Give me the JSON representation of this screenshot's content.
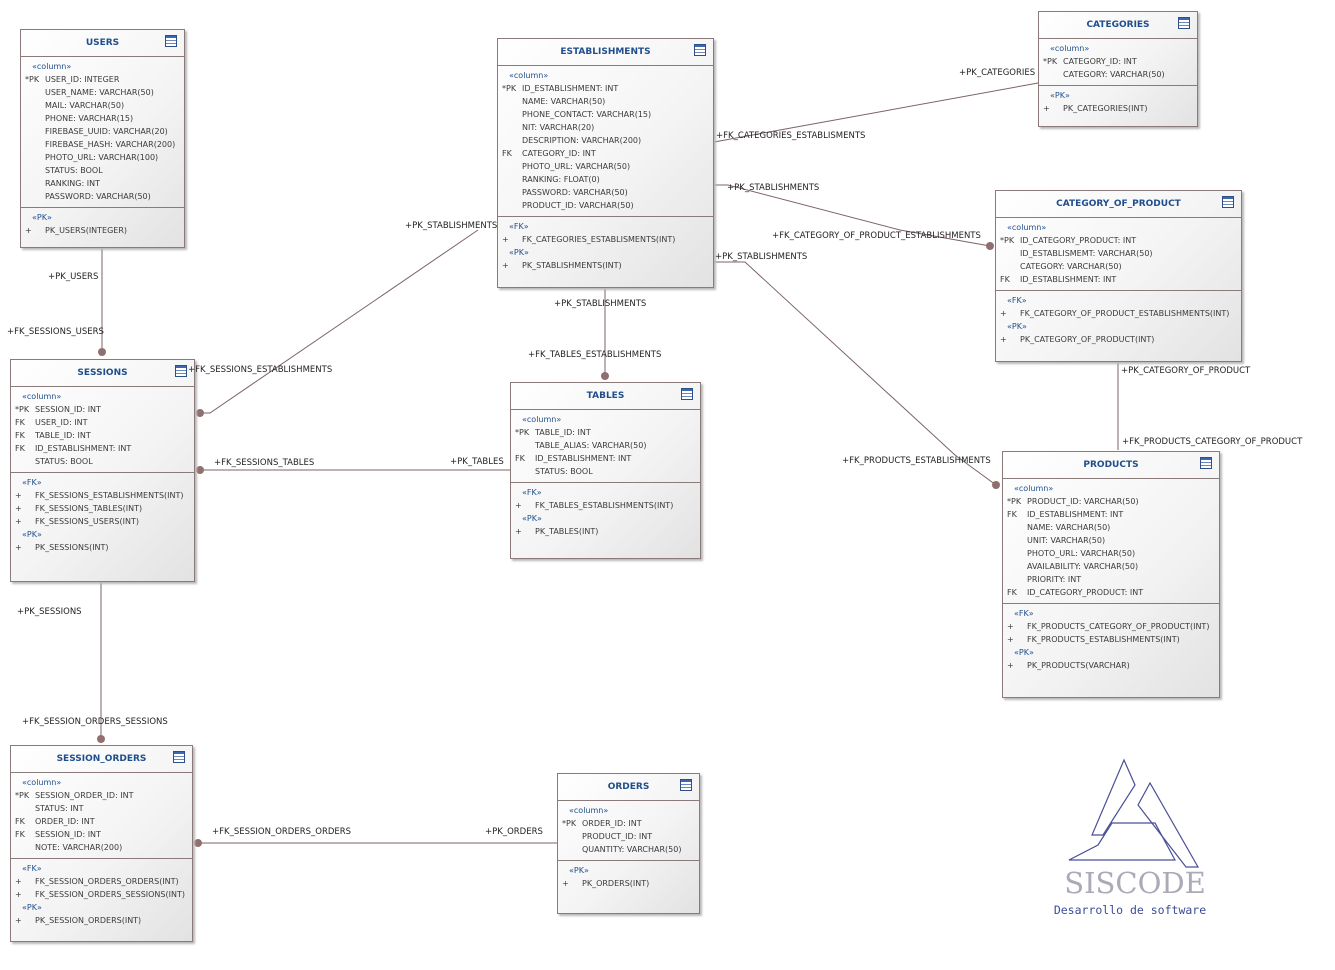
{
  "entities": {
    "users": {
      "title": "USERS",
      "columns": [
        {
          "key": "*PK",
          "text": "USER_ID: INTEGER"
        },
        {
          "key": "",
          "text": "USER_NAME: VARCHAR(50)"
        },
        {
          "key": "",
          "text": "MAIL: VARCHAR(50)"
        },
        {
          "key": "",
          "text": "PHONE: VARCHAR(15)"
        },
        {
          "key": "",
          "text": "FIREBASE_UUID: VARCHAR(20)"
        },
        {
          "key": "",
          "text": "FIREBASE_HASH: VARCHAR(200)"
        },
        {
          "key": "",
          "text": "PHOTO_URL: VARCHAR(100)"
        },
        {
          "key": "",
          "text": "STATUS: BOOL"
        },
        {
          "key": "",
          "text": "RANKING: INT"
        },
        {
          "key": "",
          "text": "PASSWORD: VARCHAR(50)"
        }
      ],
      "fks": [],
      "pks": [
        "PK_USERS(INTEGER)"
      ]
    },
    "establishments": {
      "title": "ESTABLISHMENTS",
      "columns": [
        {
          "key": "*PK",
          "text": "ID_ESTABLISHMENT: INT"
        },
        {
          "key": "",
          "text": "NAME: VARCHAR(50)"
        },
        {
          "key": "",
          "text": "PHONE_CONTACT: VARCHAR(15)"
        },
        {
          "key": "",
          "text": "NIT: VARCHAR(20)"
        },
        {
          "key": "",
          "text": "DESCRIPTION: VARCHAR(200)"
        },
        {
          "key": "FK",
          "text": "CATEGORY_ID: INT"
        },
        {
          "key": "",
          "text": "PHOTO_URL: VARCHAR(50)"
        },
        {
          "key": "",
          "text": "RANKING: FLOAT(0)"
        },
        {
          "key": "",
          "text": "PASSWORD: VARCHAR(50)"
        },
        {
          "key": "",
          "text": "PRODUCT_ID: VARCHAR(50)"
        }
      ],
      "fks": [
        "FK_CATEGORIES_ESTABLISMENTS(INT)"
      ],
      "pks": [
        "PK_STABLISHMENTS(INT)"
      ]
    },
    "categories": {
      "title": "CATEGORIES",
      "columns": [
        {
          "key": "*PK",
          "text": "CATEGORY_ID: INT"
        },
        {
          "key": "",
          "text": "CATEGORY: VARCHAR(50)"
        }
      ],
      "fks": [],
      "pks": [
        "PK_CATEGORIES(INT)"
      ]
    },
    "category_of_product": {
      "title": "CATEGORY_OF_PRODUCT",
      "columns": [
        {
          "key": "*PK",
          "text": "ID_CATEGORY_PRODUCT: INT"
        },
        {
          "key": "",
          "text": "ID_ESTABLISMEMT: VARCHAR(50)"
        },
        {
          "key": "",
          "text": "CATEGORY: VARCHAR(50)"
        },
        {
          "key": "FK",
          "text": "ID_ESTABLISHMENT: INT"
        }
      ],
      "fks": [
        "FK_CATEGORY_OF_PRODUCT_ESTABLISHMENTS(INT)"
      ],
      "pks": [
        "PK_CATEGORY_OF_PRODUCT(INT)"
      ]
    },
    "sessions": {
      "title": "SESSIONS",
      "columns": [
        {
          "key": "*PK",
          "text": "SESSION_ID: INT"
        },
        {
          "key": "FK",
          "text": "USER_ID: INT"
        },
        {
          "key": "FK",
          "text": "TABLE_ID: INT"
        },
        {
          "key": "FK",
          "text": "ID_ESTABLISHMENT: INT"
        },
        {
          "key": "",
          "text": "STATUS: BOOL"
        }
      ],
      "fks": [
        "FK_SESSIONS_ESTABLISHMENTS(INT)",
        "FK_SESSIONS_TABLES(INT)",
        "FK_SESSIONS_USERS(INT)"
      ],
      "pks": [
        "PK_SESSIONS(INT)"
      ]
    },
    "tables": {
      "title": "TABLES",
      "columns": [
        {
          "key": "*PK",
          "text": "TABLE_ID: INT"
        },
        {
          "key": "",
          "text": "TABLE_ALIAS: VARCHAR(50)"
        },
        {
          "key": "FK",
          "text": "ID_ESTABLISHMENT: INT"
        },
        {
          "key": "",
          "text": "STATUS: BOOL"
        }
      ],
      "fks": [
        "FK_TABLES_ESTABLISHMENTS(INT)"
      ],
      "pks": [
        "PK_TABLES(INT)"
      ]
    },
    "products": {
      "title": "PRODUCTS",
      "columns": [
        {
          "key": "*PK",
          "text": "PRODUCT_ID: VARCHAR(50)"
        },
        {
          "key": "FK",
          "text": "ID_ESTABLISHMENT: INT"
        },
        {
          "key": "",
          "text": "NAME: VARCHAR(50)"
        },
        {
          "key": "",
          "text": "UNIT: VARCHAR(50)"
        },
        {
          "key": "",
          "text": "PHOTO_URL: VARCHAR(50)"
        },
        {
          "key": "",
          "text": "AVAILABILITY: VARCHAR(50)"
        },
        {
          "key": "",
          "text": "PRIORITY: INT"
        },
        {
          "key": "FK",
          "text": "ID_CATEGORY_PRODUCT: INT"
        }
      ],
      "fks": [
        "FK_PRODUCTS_CATEGORY_OF_PRODUCT(INT)",
        "FK_PRODUCTS_ESTABLISHMENTS(INT)"
      ],
      "pks": [
        "PK_PRODUCTS(VARCHAR)"
      ]
    },
    "session_orders": {
      "title": "SESSION_ORDERS",
      "columns": [
        {
          "key": "*PK",
          "text": "SESSION_ORDER_ID: INT"
        },
        {
          "key": "",
          "text": "STATUS: INT"
        },
        {
          "key": "FK",
          "text": "ORDER_ID: INT"
        },
        {
          "key": "FK",
          "text": "SESSION_ID: INT"
        },
        {
          "key": "",
          "text": "NOTE: VARCHAR(200)"
        }
      ],
      "fks": [
        "FK_SESSION_ORDERS_ORDERS(INT)",
        "FK_SESSION_ORDERS_SESSIONS(INT)"
      ],
      "pks": [
        "PK_SESSION_ORDERS(INT)"
      ]
    },
    "orders": {
      "title": "ORDERS",
      "columns": [
        {
          "key": "*PK",
          "text": "ORDER_ID: INT"
        },
        {
          "key": "",
          "text": "PRODUCT_ID: INT"
        },
        {
          "key": "",
          "text": "QUANTITY: VARCHAR(50)"
        }
      ],
      "fks": [],
      "pks": [
        "PK_ORDERS(INT)"
      ]
    }
  },
  "stereotypes": {
    "column": "«column»",
    "fk": "«FK»",
    "pk": "«PK»",
    "plus": "+"
  },
  "edge_labels": [
    "+PK_USERS",
    "+FK_SESSIONS_USERS",
    "+PK_STABLISHMENTS",
    "+FK_SESSIONS_ESTABLISHMENTS",
    "+PK_STABLISHMENTS",
    "+FK_TABLES_ESTABLISHMENTS",
    "+FK_SESSIONS_TABLES",
    "+PK_TABLES",
    "+PK_SESSIONS",
    "+FK_SESSION_ORDERS_SESSIONS",
    "+FK_SESSION_ORDERS_ORDERS",
    "+PK_ORDERS",
    "+PK_CATEGORIES",
    "+FK_CATEGORIES_ESTABLISMENTS",
    "+PK_STABLISHMENTS",
    "+FK_CATEGORY_OF_PRODUCT_ESTABLISHMENTS",
    "+PK_STABLISHMENTS",
    "+FK_PRODUCTS_ESTABLISHMENTS",
    "+PK_CATEGORY_OF_PRODUCT",
    "+FK_PRODUCTS_CATEGORY_OF_PRODUCT"
  ],
  "logo": {
    "name": "SISCODE",
    "tagline": "Desarrollo de software"
  }
}
